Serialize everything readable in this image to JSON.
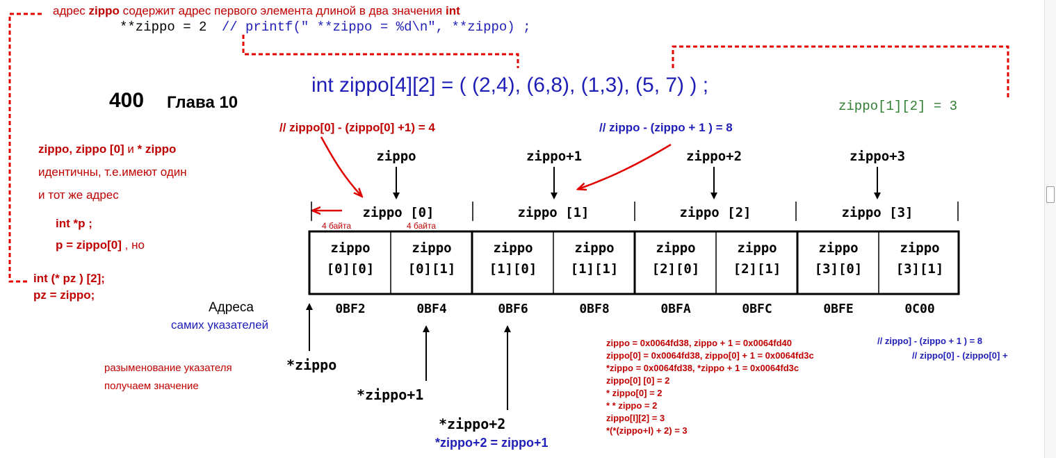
{
  "header": {
    "line1": {
      "prefix": "адрес ",
      "name": "zippo",
      "middle": " содержит адрес первого элемента длиной в два значения ",
      "type": "int"
    },
    "line2_code": "**zippo = 2",
    "line2_comment": "// printf(\" **zippo = %d\\n\", **zippo) ;"
  },
  "declaration": "int zippo[4][2] = ( (2,4), (6,8), (1,3), (5, 7) ) ;",
  "page_number": "400",
  "chapter": "Глава 10",
  "zippo_1_2": "zippo[1][2]  = 3",
  "diff_notes": {
    "red": "//  zippo[0] - (zippo[0] +1) = 4",
    "blue": "// zippo - (zippo + 1 ) = 8"
  },
  "left_notes": {
    "line1_a": "zippo, zippo [0]",
    "line1_b": " и ",
    "line1_c": "* zippo",
    "line2": "идентичны, т.е.имеют один",
    "line3": "и тот же адрес",
    "line4": "int *p ;",
    "line5_a": "p = zippo[0]",
    "line5_b": " , но",
    "line6": "int (* pz ) [2];",
    "line7": "pz = zippo;"
  },
  "pointer_labels": [
    "zippo",
    "zippo+1",
    "zippo+2",
    "zippo+3"
  ],
  "group_labels": [
    "zippo  [0]",
    "zippo  [1]",
    "zippo  [2]",
    "zippo  [3]"
  ],
  "byte_labels": [
    "4 байта",
    "4 байта"
  ],
  "cells": [
    {
      "name": "zippo",
      "index": "[0][0]"
    },
    {
      "name": "zippo",
      "index": "[0][1]"
    },
    {
      "name": "zippo",
      "index": "[1][0]"
    },
    {
      "name": "zippo",
      "index": "[1][1]"
    },
    {
      "name": "zippo",
      "index": "[2][0]"
    },
    {
      "name": "zippo",
      "index": "[2][1]"
    },
    {
      "name": "zippo",
      "index": "[3][0]"
    },
    {
      "name": "zippo",
      "index": "[3][1]"
    }
  ],
  "addresses_label": "Адреса",
  "addresses_sublabel": "самих указателей",
  "addresses": [
    "0BF2",
    "0BF4",
    "0BF6",
    "0BF8",
    "0BFA",
    "0BFC",
    "0BFE",
    "0C00"
  ],
  "deref_note": [
    "разыменование указателя",
    "получаем значение"
  ],
  "deref_labels": [
    "*zippo",
    "*zippo+1",
    "*zippo+2"
  ],
  "deref_equality": "*zippo+2 = zippo+1",
  "output_lines": [
    "zippo = 0x0064fd38, zippo + 1 = 0x0064fd40",
    "zippo[0] = 0x0064fd38, zippo[0] + 1 = 0x0064fd3c",
    "*zippo = 0x0064fd38, *zippo + 1 = 0x0064fd3c",
    "zippo[0] [0] = 2",
    "* zippo[0] = 2",
    "* * zippo = 2",
    "zippo[l][2] = 3",
    "*(*(zippo+l) + 2) = 3"
  ],
  "output_side_notes": [
    "// zippo] - (zippo + 1 ) = 8",
    "//  zippo[0] - (zippo[0] +"
  ],
  "colors": {
    "red": "#c00000",
    "blue": "#1f1fb8",
    "green": "#2e7d32",
    "black": "#000000"
  }
}
